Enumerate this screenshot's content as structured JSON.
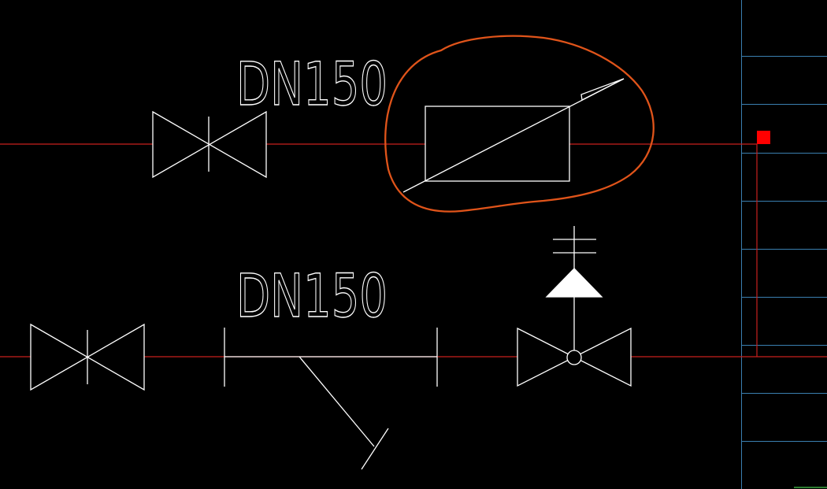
{
  "viewport": {
    "background": "#000000"
  },
  "colors": {
    "pipe": "#c8201e",
    "symbol": "#ffffff",
    "annotation": "#e0541a",
    "grid": "#3a7fb0",
    "grip": "#ff0000",
    "edge_mark": "#2e7d32"
  },
  "labels": {
    "pipe_size_upper": "DN150",
    "pipe_size_lower": "DN150"
  },
  "symbols": {
    "upper_line": [
      "gate-valve",
      "variable-resistor-symbol"
    ],
    "lower_line": [
      "gate-valve",
      "y-strainer",
      "control-valve"
    ]
  }
}
